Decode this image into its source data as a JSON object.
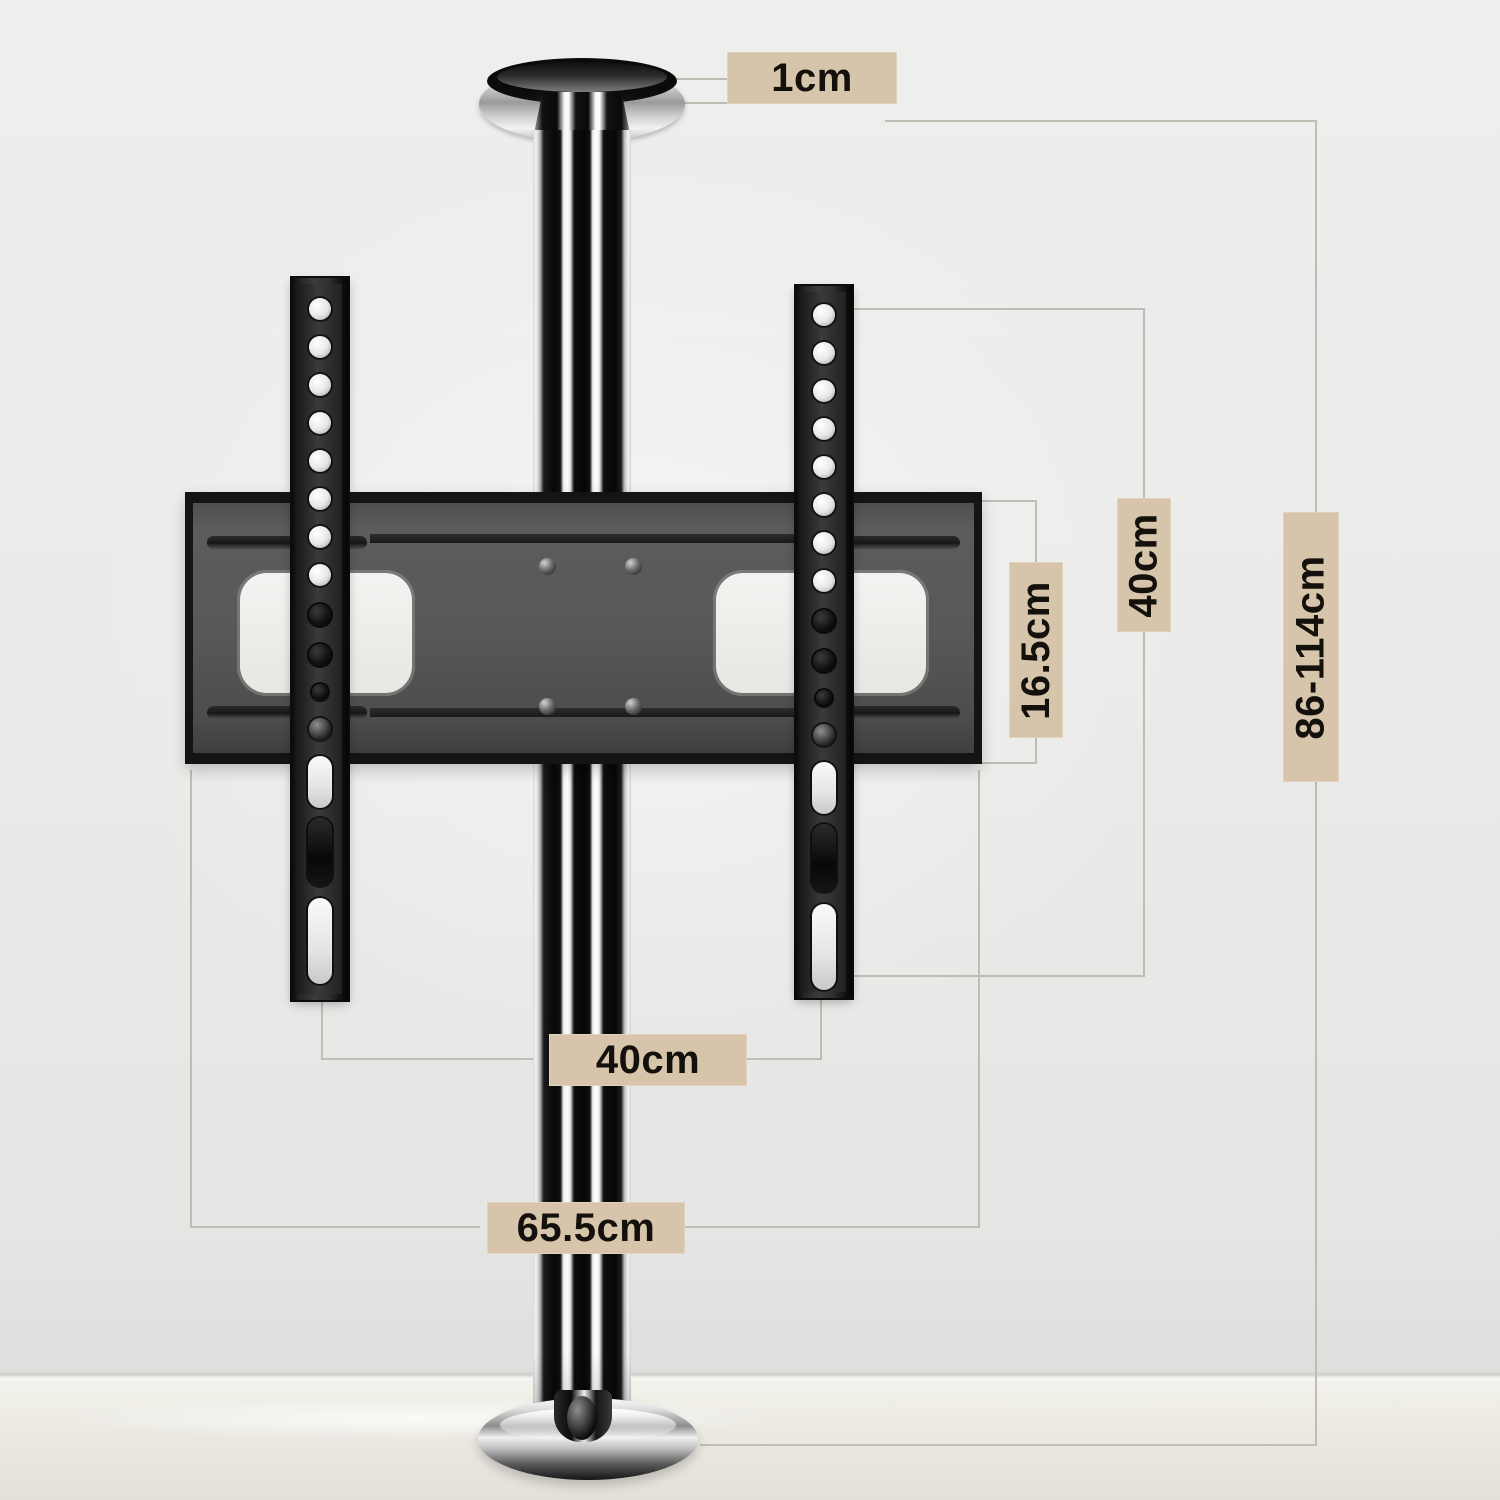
{
  "diagram": {
    "title": "TV ceiling mount dimension diagram",
    "product": "Ceiling-mounted TV bracket with chrome pole",
    "background_color": "#ebebea",
    "floor_color": "#ece9e2",
    "label_color": "#d6c5ab",
    "label_text_color": "#14100c",
    "leader_line_color": "#bfbcb4"
  },
  "labels": [
    {
      "id": "pole-diameter",
      "text": "1cm",
      "orientation": "horizontal",
      "measures": "ceiling plate / pole diameter"
    },
    {
      "id": "total-height",
      "text": "86-114cm",
      "orientation": "vertical",
      "measures": "adjustable total height"
    },
    {
      "id": "rail-height",
      "text": "40cm",
      "orientation": "vertical",
      "measures": "vertical rail height"
    },
    {
      "id": "plate-height",
      "text": "16.5cm",
      "orientation": "vertical",
      "measures": "wall plate height"
    },
    {
      "id": "rail-spacing",
      "text": "40cm",
      "orientation": "horizontal",
      "measures": "spacing between vertical rails"
    },
    {
      "id": "plate-width",
      "text": "65.5cm",
      "orientation": "horizontal",
      "measures": "wall plate width"
    }
  ],
  "parts": {
    "ceiling_plate": "ceiling-mount-disc",
    "pole": "chrome-telescoping-pole",
    "wall_plate": "horizontal-mounting-plate",
    "rail_left": "vertical-vesa-rail-left",
    "rail_right": "vertical-vesa-rail-right",
    "base_plate": "floor-base-disc"
  }
}
